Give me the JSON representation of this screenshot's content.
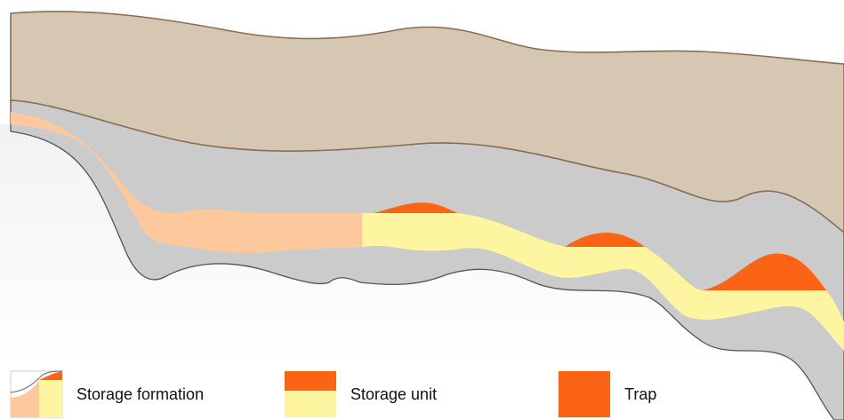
{
  "colors": {
    "overburden": "#d6c7b2",
    "overburden_edge": "#8a6d55",
    "seal": "#cbcbcb",
    "seal_edge": "#555555",
    "storage_formation": "#fdc99c",
    "storage_unit": "#fdf59f",
    "trap": "#fb6414",
    "basement_top": "#f2f2f2",
    "basement_bottom": "#ffffff"
  },
  "legend": [
    {
      "label": "Storage formation",
      "icon": "storage-formation-swatch"
    },
    {
      "label": "Storage unit",
      "icon": "storage-unit-swatch"
    },
    {
      "label": "Trap",
      "icon": "trap-swatch"
    }
  ]
}
